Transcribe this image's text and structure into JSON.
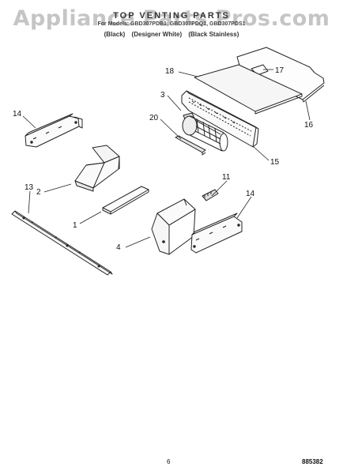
{
  "watermark": "Appliance Parts Pros.com",
  "header": {
    "title": "TOP VENTING PARTS",
    "subtitle": "For Models: GBD307PDB1, GBD307PDQ1, GBD307PDS1",
    "variants": [
      "(Black)",
      "(Designer White)",
      "(Black Stainless)"
    ]
  },
  "callouts": [
    "1",
    "2",
    "3",
    "4",
    "11",
    "13",
    "14",
    "14",
    "15",
    "16",
    "17",
    "18",
    "20"
  ],
  "footer": {
    "page": "6",
    "doc_number": "885382"
  }
}
